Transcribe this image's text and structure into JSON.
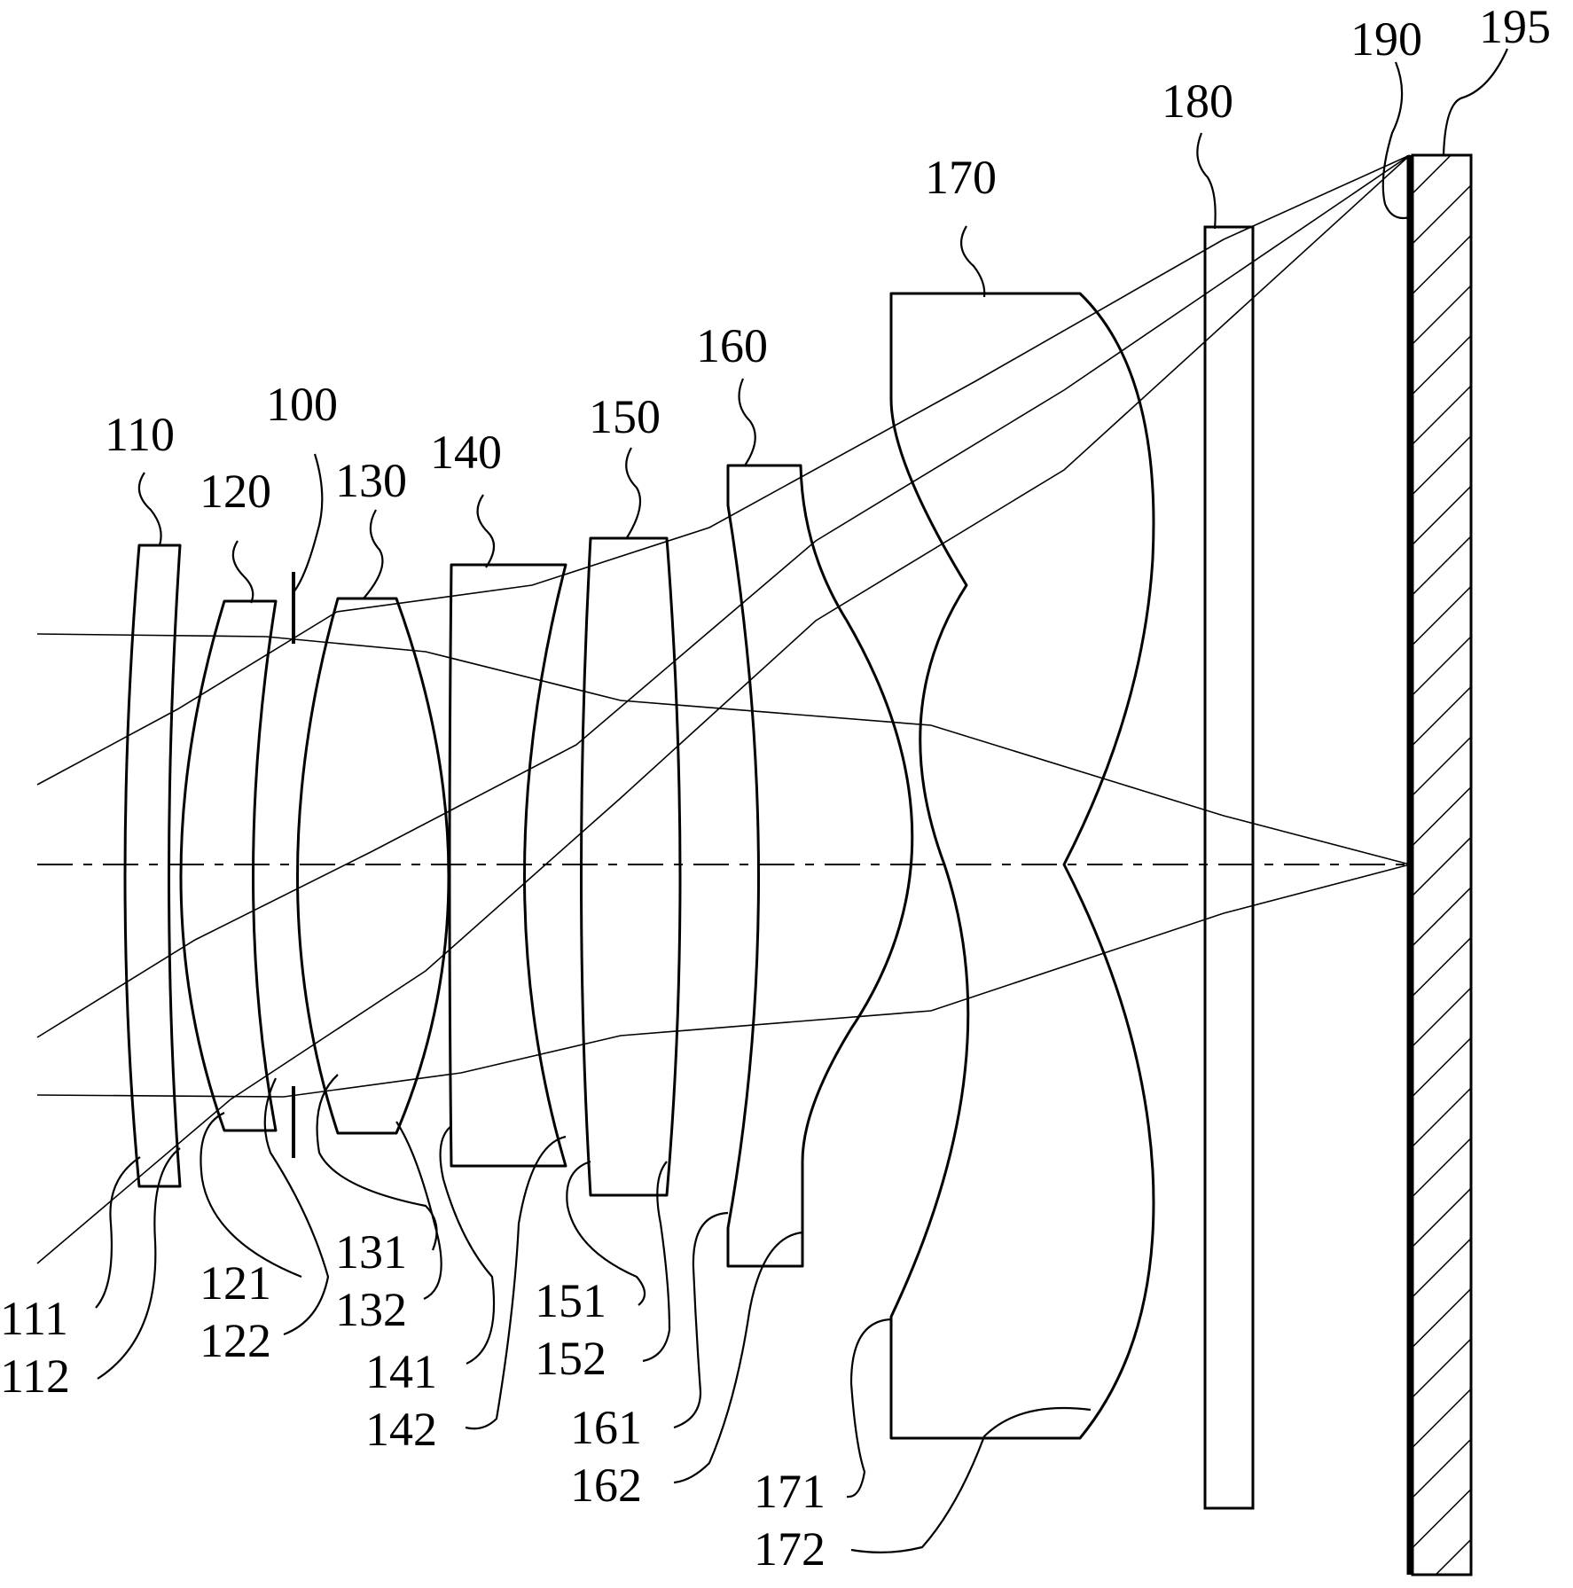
{
  "labels": {
    "l100": "100",
    "l110": "110",
    "l111": "111",
    "l112": "112",
    "l120": "120",
    "l121": "121",
    "l122": "122",
    "l130": "130",
    "l131": "131",
    "l132": "132",
    "l140": "140",
    "l141": "141",
    "l142": "142",
    "l150": "150",
    "l151": "151",
    "l152": "152",
    "l160": "160",
    "l161": "161",
    "l162": "162",
    "l170": "170",
    "l171": "171",
    "l172": "172",
    "l180": "180",
    "l190": "190",
    "l195": "195"
  }
}
